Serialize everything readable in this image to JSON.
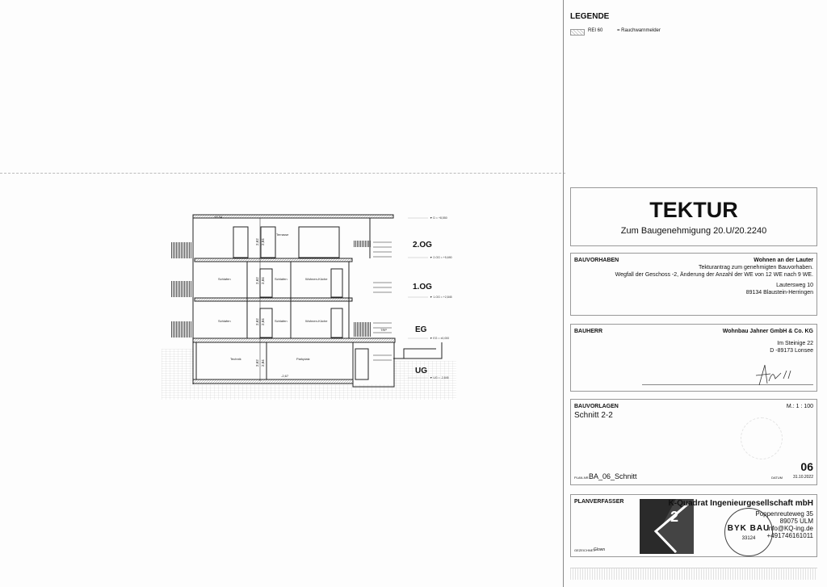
{
  "legend": {
    "title": "LEGENDE",
    "items": [
      {
        "label": "REI 60"
      },
      {
        "label": "= Rauchwarnmelder"
      }
    ]
  },
  "tektur": {
    "title": "TEKTUR",
    "subtitle": "Zum Baugenehmigung 20.U/20.2240"
  },
  "bauvorhaben": {
    "label": "BAUVORHABEN",
    "name": "Wohnen an der Lauter",
    "line1": "Tekturantrag zum genehmigten Bauvorhaben.",
    "line2": "Wegfall der Geschoss -2, Änderung der Anzahl der WE von 12 WE nach 9 WE.",
    "street": "Lautersweg 10",
    "city": "89134  Blaustein-Herringen"
  },
  "bauherr": {
    "label": "BAUHERR",
    "name": "Wohnbau Jahner GmbH & Co. KG",
    "street": "Im Steinige 22",
    "city": "D -89173 Lonsee"
  },
  "bauvorlagen": {
    "label": "BAUVORLAGEN",
    "title": "Schnitt 2-2",
    "scale": "M.:   1 : 100",
    "number": "06",
    "plan_label": "PLAN-NR.",
    "plan_no": "BA_06_Schnitt",
    "date_label": "DATUM",
    "date": "31.10.2022"
  },
  "planverfasser": {
    "label": "PLANVERFASSER",
    "company": "K-Quadrat Ingenieurgesellschaft mbH",
    "street": "Poppenreuteweg 35",
    "city": "89075 ULM",
    "email": "info@KQ-ing.de",
    "phone": "+491746161011",
    "drawn_label": "GEZEICHNET:",
    "drawn_by": "Glown",
    "stamp_text": "BYK BAU",
    "stamp_no": "33124"
  },
  "drawing": {
    "levels": [
      "2.OG",
      "1.OG",
      "EG",
      "UG"
    ],
    "elevations": [
      "▼ D = +8,550",
      "▼ 2.OG = +5,690",
      "▼ 1.OG = +2,845",
      "▼ EG = ±0,000",
      "▼ UG = -2,845"
    ],
    "rooms": {
      "terrasse": "Terrasse",
      "schlafen": "Schlafen",
      "wohnen": "Wohnen-Küche",
      "technik": "Technik",
      "parkplatz": "Parkplatz",
      "trp": "TRP"
    },
    "marks": {
      "roof": "+8,54",
      "floor_depth": "-2,67",
      "h1": "2,62",
      "h2": "2,84"
    }
  },
  "colors": {
    "line": "#222222",
    "frame": "#999999"
  }
}
